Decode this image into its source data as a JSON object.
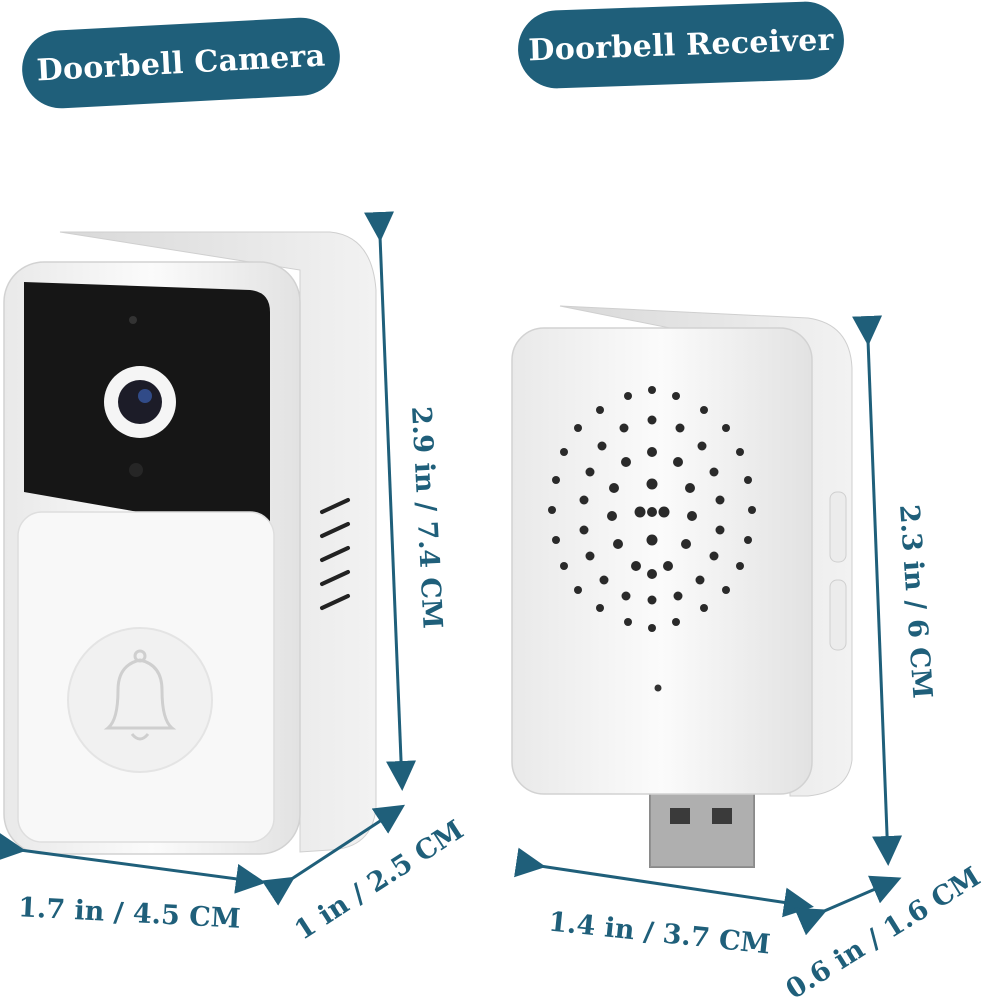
{
  "labels": {
    "camera_title": "Doorbell Camera",
    "receiver_title": "Doorbell Receiver"
  },
  "dimensions": {
    "camera_height": "2.9 in / 7.4 CM",
    "camera_width": "1.7 in / 4.5 CM",
    "camera_depth": "1 in / 2.5 CM",
    "receiver_height": "2.3 in / 6 CM",
    "receiver_width": "1.4 in / 3.7 CM",
    "receiver_depth": "0.6 in / 1.6 CM"
  },
  "colors": {
    "accent": "#1f5f7a",
    "device_body": "#f4f4f4",
    "lens_panel": "#161616"
  }
}
